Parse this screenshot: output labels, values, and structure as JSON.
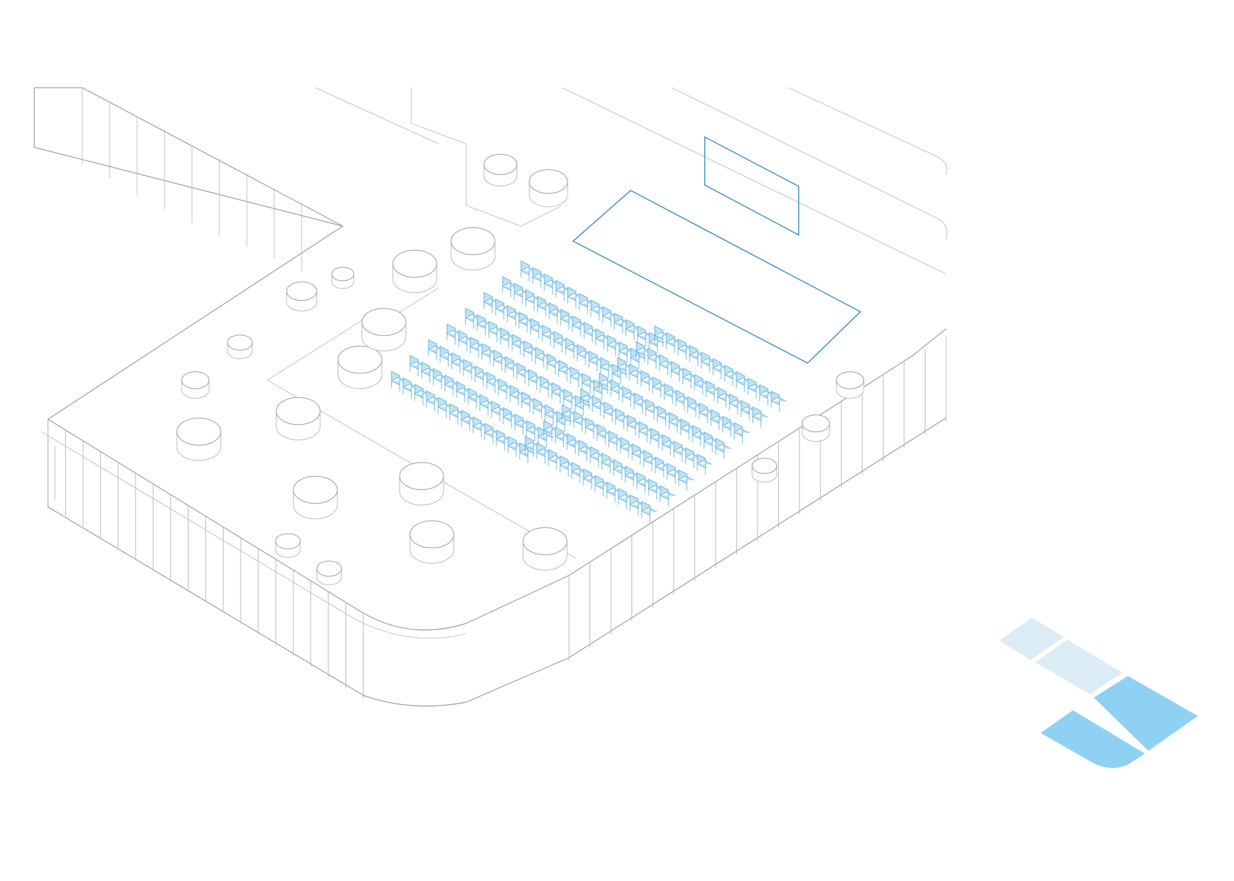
{
  "colors": {
    "line": "#9a9a9a",
    "line_light": "#b8b8b8",
    "accent_stroke": "#3b8ec4",
    "chair_fill": "#bfe2f6",
    "chair_stroke": "#5aaedb",
    "key_light": "#dcecf7",
    "key_dark": "#8fd1f2"
  },
  "drawing": {
    "type": "isometric-floor-plan",
    "seating": {
      "blocks": [
        {
          "rows": 8,
          "chairs_per_row": 12
        },
        {
          "rows": 8,
          "chairs_per_row": 11
        }
      ]
    },
    "key_plan": {
      "zones": [
        {
          "id": "zone-a",
          "highlighted": false
        },
        {
          "id": "zone-b",
          "highlighted": false
        },
        {
          "id": "zone-c",
          "highlighted": true
        },
        {
          "id": "zone-d",
          "highlighted": true
        }
      ]
    }
  }
}
